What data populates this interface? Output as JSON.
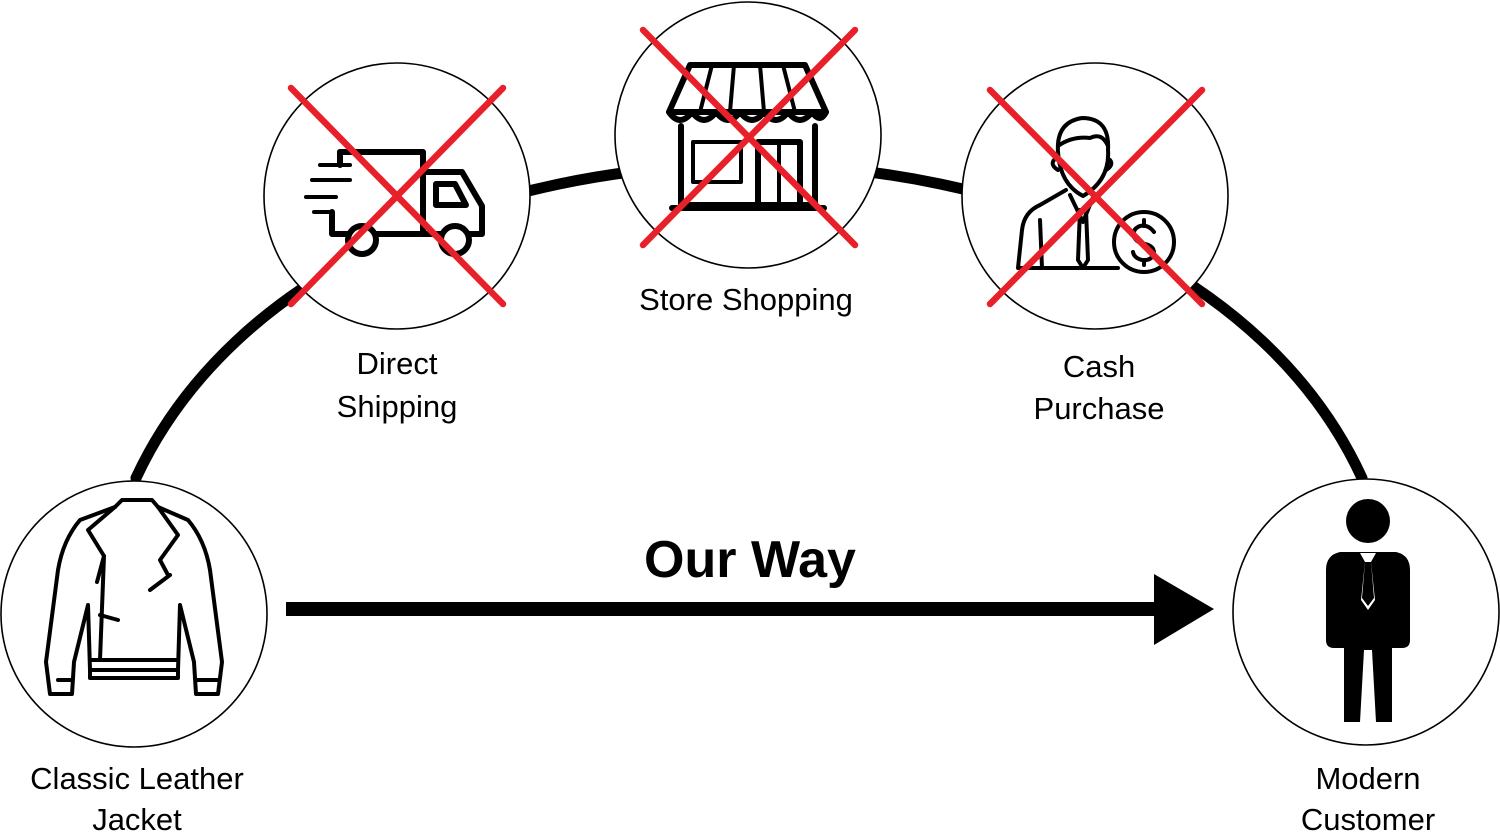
{
  "diagram": {
    "arrow_label": "Our Way",
    "start_node": {
      "label_line1": "Classic Leather",
      "label_line2": "Jacket",
      "icon": "leather-jacket-icon"
    },
    "end_node": {
      "label_line1": "Modern",
      "label_line2": "Customer",
      "icon": "businessman-icon"
    },
    "crossed_steps": [
      {
        "label_line1": "Direct",
        "label_line2": "Shipping",
        "icon": "delivery-truck-icon",
        "crossed": true
      },
      {
        "label_line1": "Store Shopping",
        "icon": "storefront-icon",
        "crossed": true
      },
      {
        "label_line1": "Cash",
        "label_line2": "Purchase",
        "icon": "cashier-person-icon",
        "crossed": true
      }
    ],
    "colors": {
      "line": "#000000",
      "cross": "#e8202a",
      "background": "#ffffff"
    }
  }
}
